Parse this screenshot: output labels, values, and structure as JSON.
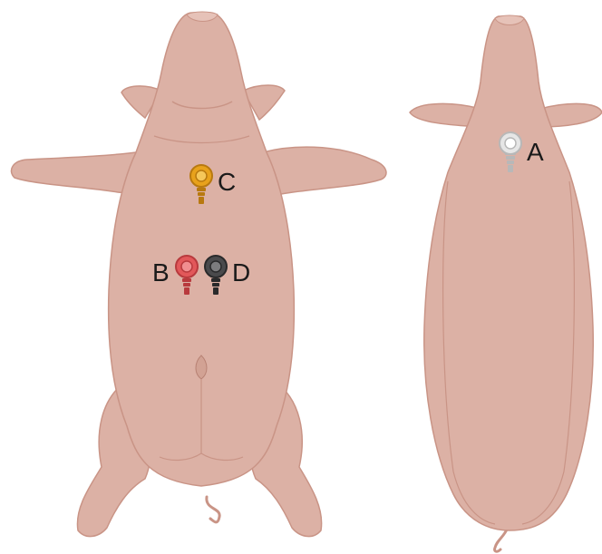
{
  "electrodes": [
    {
      "id": "C",
      "label": "C",
      "color": "#e8a21c",
      "dark": "#b87910",
      "light": "#f5c75a",
      "view": "ventral"
    },
    {
      "id": "B",
      "label": "B",
      "color": "#e2585a",
      "dark": "#b83a3d",
      "light": "#f18e90",
      "view": "ventral"
    },
    {
      "id": "D",
      "label": "D",
      "color": "#4a4a4c",
      "dark": "#2a2a2b",
      "light": "#7c7c7e",
      "view": "ventral"
    },
    {
      "id": "A",
      "label": "A",
      "color": "#e6e6e6",
      "dark": "#b8b8b8",
      "light": "#ffffff",
      "view": "dorsal"
    }
  ],
  "colors": {
    "skin": "#dcb1a5",
    "skin_shade": "#c99486",
    "skin_line": "#b88274"
  }
}
